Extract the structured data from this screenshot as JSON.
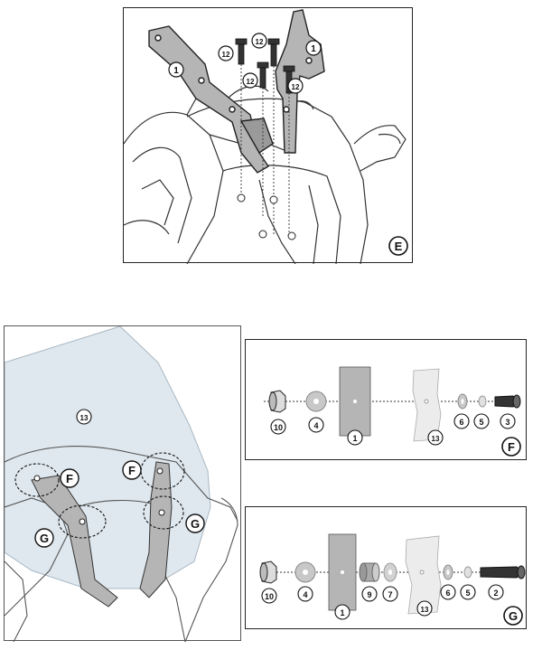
{
  "panel_e": {
    "letter": "E",
    "callouts": [
      "1",
      "1",
      "12",
      "12",
      "12",
      "12"
    ]
  },
  "panel_main": {
    "part": "13",
    "zones": [
      "F",
      "F",
      "G",
      "G"
    ]
  },
  "panel_f": {
    "letter": "F",
    "parts": [
      "10",
      "4",
      "1",
      "13",
      "6",
      "5",
      "3"
    ]
  },
  "panel_g": {
    "letter": "G",
    "parts": [
      "10",
      "4",
      "1",
      "9",
      "7",
      "13",
      "6",
      "5",
      "2"
    ]
  },
  "colors": {
    "line": "#222222",
    "bracket": "#b5b5b5",
    "screen": "#dfe8ef",
    "washer": "#c8c8c8"
  }
}
